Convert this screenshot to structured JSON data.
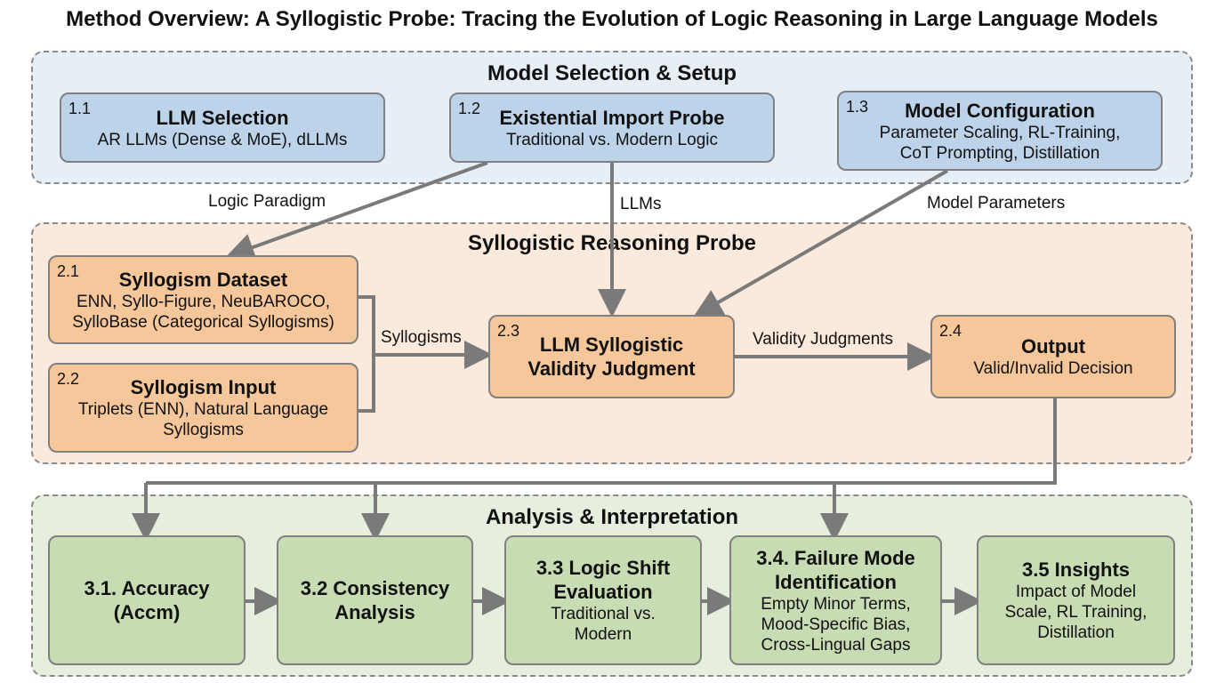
{
  "title": "Method Overview: A Syllogistic Probe: Tracing the Evolution of Logic Reasoning in Large Language Models",
  "colors": {
    "blue": "#bcd3ea",
    "orange": "#f6c79a",
    "green": "#c7dcb3",
    "arrow": "#7a7a7a"
  },
  "sections": [
    {
      "title": "Model Selection & Setup",
      "boxes": [
        {
          "num": "1.1",
          "title": "LLM Selection",
          "lines": [
            "AR LLMs (Dense & MoE), dLLMs"
          ]
        },
        {
          "num": "1.2",
          "title": "Existential Import Probe",
          "lines": [
            "Traditional vs. Modern Logic"
          ]
        },
        {
          "num": "1.3",
          "title": "Model Configuration",
          "lines": [
            "Parameter Scaling, RL-Training,",
            "CoT Prompting, Distillation"
          ]
        }
      ]
    },
    {
      "title": "Syllogistic Reasoning Probe",
      "boxes": [
        {
          "num": "2.1",
          "title": "Syllogism Dataset",
          "lines": [
            "ENN, Syllo-Figure, NeuBAROCO,",
            "SylloBase (Categorical Syllogisms)"
          ]
        },
        {
          "num": "2.2",
          "title": "Syllogism Input",
          "lines": [
            "Triplets (ENN), Natural Language",
            "Syllogisms"
          ]
        },
        {
          "num": "2.3",
          "title_lines": [
            "LLM Syllogistic",
            "Validity Judgment"
          ]
        },
        {
          "num": "2.4",
          "title": "Output",
          "lines": [
            "Valid/Invalid Decision"
          ]
        }
      ]
    },
    {
      "title": "Analysis & Interpretation",
      "boxes": [
        {
          "title_lines": [
            "3.1. Accuracy",
            "(Accm)"
          ]
        },
        {
          "title_lines": [
            "3.2 Consistency",
            "Analysis"
          ]
        },
        {
          "title_lines": [
            "3.3 Logic Shift",
            "Evaluation"
          ],
          "lines": [
            "Traditional vs.",
            "Modern"
          ]
        },
        {
          "title_lines": [
            "3.4. Failure Mode",
            "Identification"
          ],
          "lines": [
            "Empty Minor Terms,",
            "Mood-Specific Bias,",
            "Cross-Lingual Gaps"
          ]
        },
        {
          "title_lines": [
            "3.5 Insights"
          ],
          "lines": [
            "Impact of Model",
            "Scale, RL Training,",
            "Distillation"
          ]
        }
      ]
    }
  ],
  "edge_labels": {
    "logic_paradigm": "Logic Paradigm",
    "llms": "LLMs",
    "model_parameters": "Model Parameters",
    "syllogisms": "Syllogisms",
    "validity_judgments": "Validity Judgments"
  }
}
